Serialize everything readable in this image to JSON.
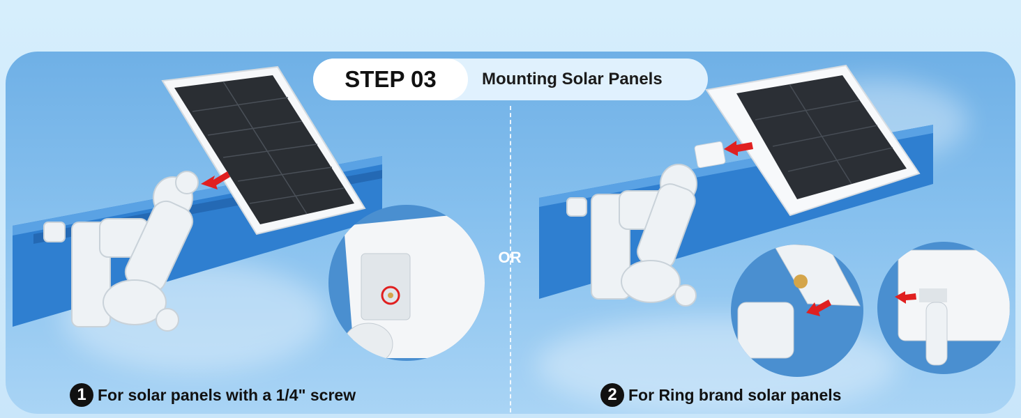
{
  "header": {
    "step_label": "STEP 03",
    "title": "Mounting Solar Panels"
  },
  "divider": {
    "or_label": "OR"
  },
  "options": [
    {
      "number": "1",
      "caption": "For solar panels with a 1/4\" screw"
    },
    {
      "number": "2",
      "caption": "For Ring brand solar panels"
    }
  ],
  "colors": {
    "gutter": "#2f7fd0",
    "panel": "#2a2e33",
    "frame": "#f6f8fa",
    "arrow": "#e02020",
    "sky": "#7ab8ea"
  }
}
